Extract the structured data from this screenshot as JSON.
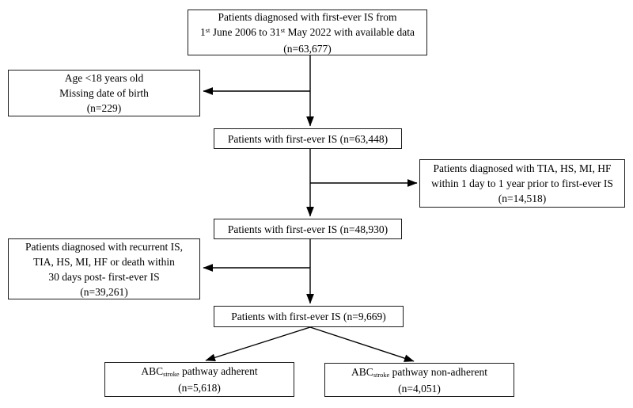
{
  "flowchart": {
    "initial": {
      "line1": "Patients diagnosed with first-ever IS from",
      "date_parts": [
        "1",
        "st",
        " June 2006 to 31",
        "st",
        " May 2022 with available data"
      ],
      "n": "(n=63,677)"
    },
    "exclusion_age": {
      "line1": "Age <18 years old",
      "line2": "Missing date of birth",
      "n": "(n=229)"
    },
    "is_63448": {
      "label": "Patients with first-ever IS (n=63,448)"
    },
    "exclusion_prior": {
      "line1": "Patients diagnosed with TIA, HS, MI, HF",
      "line2": "within 1 day to 1 year prior to first-ever IS",
      "n": "(n=14,518)"
    },
    "is_48930": {
      "label": "Patients with first-ever IS (n=48,930)"
    },
    "exclusion_recurrent": {
      "line1": "Patients diagnosed with recurrent IS,",
      "line2": "TIA, HS, MI, HF or death within",
      "line3": "30 days post- first-ever IS",
      "n": "(n=39,261)"
    },
    "is_9669": {
      "label": "Patients with first-ever IS (n=9,669)"
    },
    "adherent": {
      "parts": [
        "ABC",
        "stroke",
        " pathway adherent"
      ],
      "n": "(n=5,618)"
    },
    "non_adherent": {
      "parts": [
        "ABC",
        "stroke",
        " pathway non-adherent"
      ],
      "n": "(n=4,051)"
    }
  },
  "colors": {
    "box_border": "#1c1c1c",
    "arrow": "#000000",
    "background": "#ffffff"
  }
}
